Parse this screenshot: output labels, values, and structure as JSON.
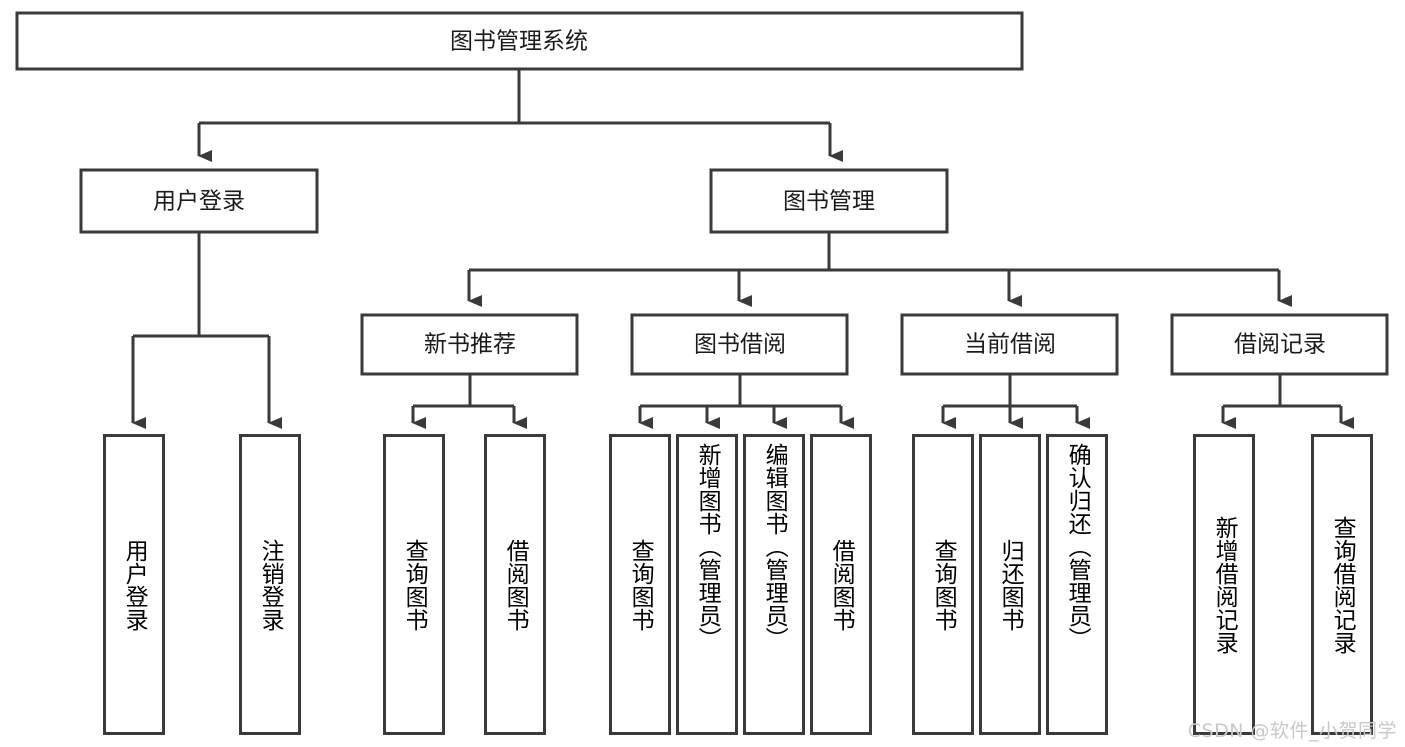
{
  "diagram": {
    "type": "tree-hierarchy",
    "title": "图书管理系统",
    "root": {
      "label": "图书管理系统"
    },
    "level1": [
      {
        "id": "user-login",
        "label": "用户登录"
      },
      {
        "id": "book-manage",
        "label": "图书管理"
      }
    ],
    "level2": [
      {
        "id": "new-book-rec",
        "label": "新书推荐",
        "parent": "book-manage"
      },
      {
        "id": "book-borrow",
        "label": "图书借阅",
        "parent": "book-manage"
      },
      {
        "id": "current-borrow",
        "label": "当前借阅",
        "parent": "book-manage"
      },
      {
        "id": "borrow-record",
        "label": "借阅记录",
        "parent": "book-manage"
      }
    ],
    "leaves": [
      {
        "id": "leaf-user-login",
        "label": "用户登录",
        "parent": "user-login"
      },
      {
        "id": "leaf-logout",
        "label": "注销登录",
        "parent": "user-login"
      },
      {
        "id": "leaf-query-book-1",
        "label": "查询图书",
        "parent": "new-book-rec"
      },
      {
        "id": "leaf-borrow-book-1",
        "label": "借阅图书",
        "parent": "new-book-rec"
      },
      {
        "id": "leaf-query-book-2",
        "label": "查询图书",
        "parent": "book-borrow"
      },
      {
        "id": "leaf-add-book",
        "label": "新增图书（管理员）",
        "parent": "book-borrow"
      },
      {
        "id": "leaf-edit-book",
        "label": "编辑图书（管理员）",
        "parent": "book-borrow"
      },
      {
        "id": "leaf-borrow-book-2",
        "label": "借阅图书",
        "parent": "book-borrow"
      },
      {
        "id": "leaf-query-book-3",
        "label": "查询图书",
        "parent": "current-borrow"
      },
      {
        "id": "leaf-return-book",
        "label": "归还图书",
        "parent": "current-borrow"
      },
      {
        "id": "leaf-confirm-return",
        "label": "确认归还（管理员）",
        "parent": "current-borrow"
      },
      {
        "id": "leaf-add-record",
        "label": "新增借阅记录",
        "parent": "borrow-record"
      },
      {
        "id": "leaf-query-record",
        "label": "查询借阅记录",
        "parent": "borrow-record"
      }
    ],
    "colors": {
      "stroke": "#3a3a3a",
      "fill": "#ffffff",
      "text": "#1b1b1b",
      "watermark": "#c9c9c9"
    }
  },
  "watermark": {
    "text": "CSDN @软件_小贺同学"
  }
}
